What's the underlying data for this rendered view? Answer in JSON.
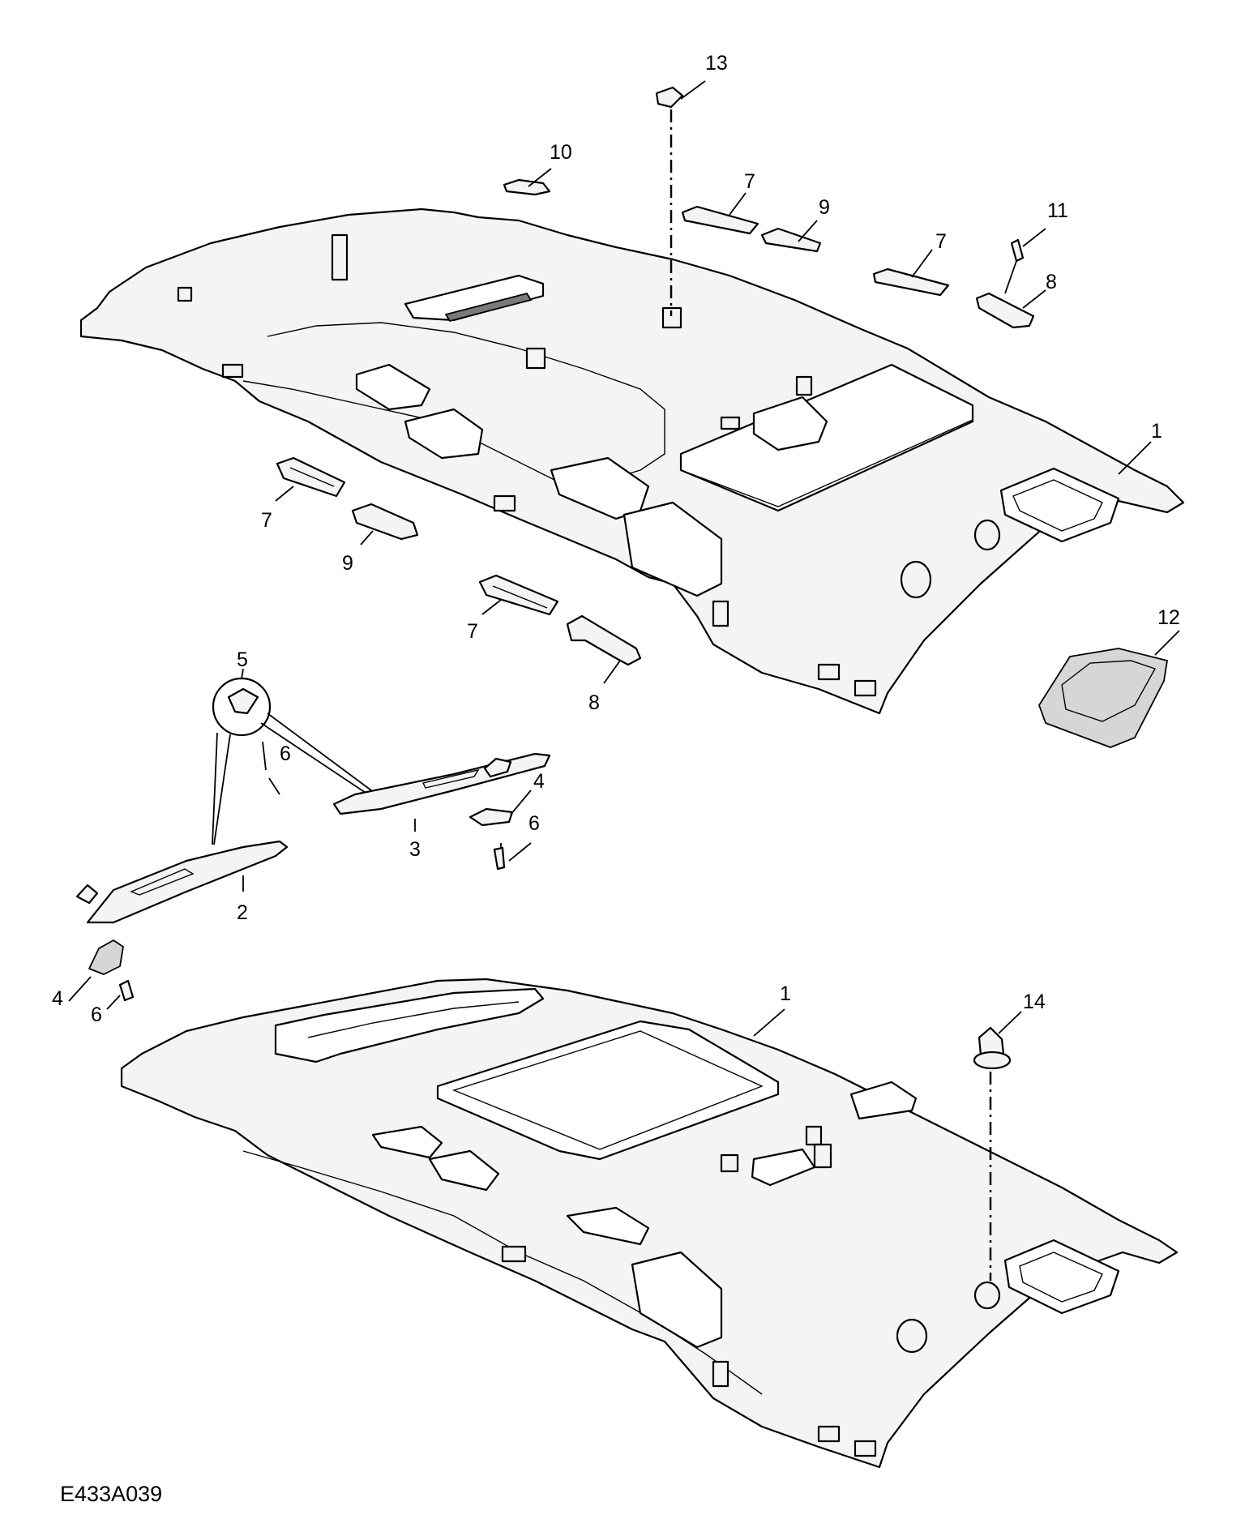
{
  "figure_reference": "E433A039",
  "callouts": {
    "c13": "13",
    "c10": "10",
    "c7a": "7",
    "c9a": "9",
    "c7b": "7",
    "c11": "11",
    "c8a": "8",
    "c1a": "1",
    "c7c": "7",
    "c9b": "9",
    "c7d": "7",
    "c8b": "8",
    "c12": "12",
    "c5": "5",
    "c6a": "6",
    "c4a": "4",
    "c6b": "6",
    "c3": "3",
    "c2": "2",
    "c4b": "4",
    "c6c": "6",
    "c1b": "1",
    "c14": "14"
  }
}
